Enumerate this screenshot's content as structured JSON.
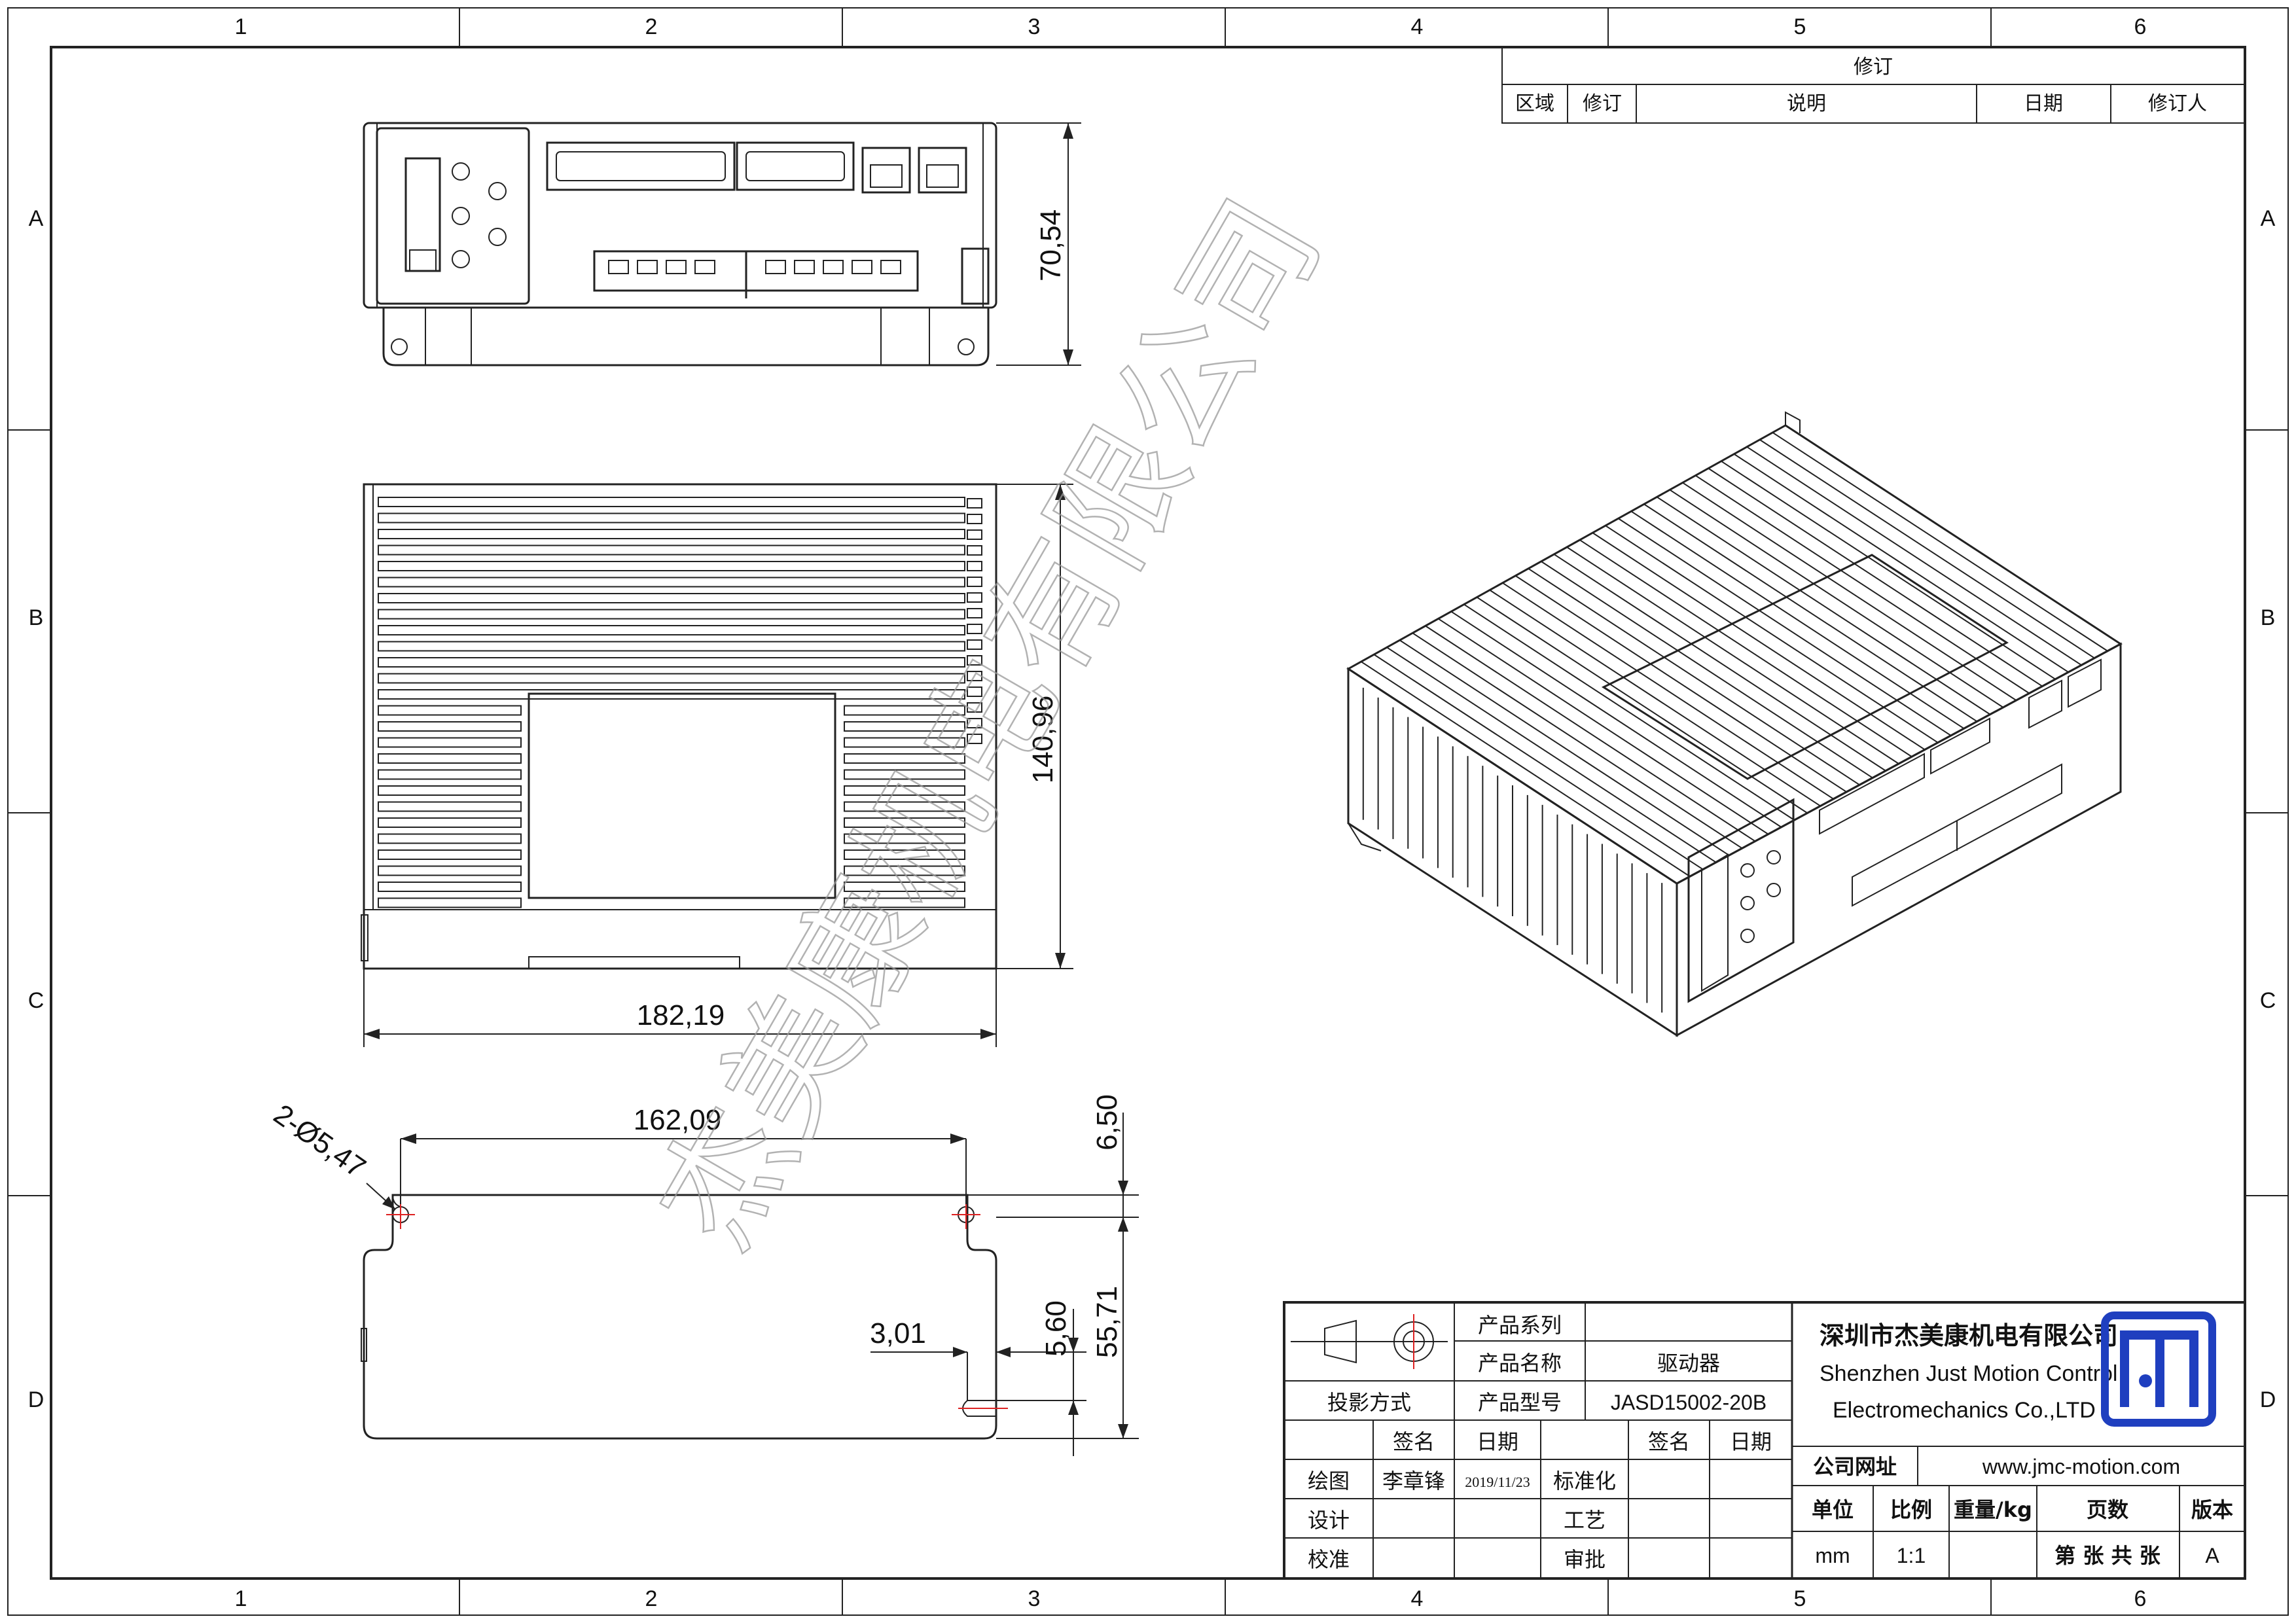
{
  "grid": {
    "columns": [
      "1",
      "2",
      "3",
      "4",
      "5",
      "6"
    ],
    "rows": [
      "A",
      "B",
      "C",
      "D"
    ]
  },
  "revision_table": {
    "title": "修订",
    "headers": [
      "区域",
      "修订",
      "说明",
      "日期",
      "修订人"
    ]
  },
  "dimensions": {
    "front_height": "70,54",
    "top_depth": "140,96",
    "top_width": "182,19",
    "holes": "2-Ø5,47",
    "hole_pitch": "162,09",
    "slot_offset": "6,50",
    "base_height": "55,71",
    "slot_width": "3,01",
    "slot_length": "5,60"
  },
  "watermark": "杰美康机电有限公司",
  "title_block": {
    "labels": {
      "product_series": "产品系列",
      "product_name": "产品名称",
      "product_model": "产品型号",
      "projection": "投影方式",
      "signature": "签名",
      "date": "日期",
      "drawn": "绘图",
      "design": "设计",
      "check": "校准",
      "standardize": "标准化",
      "process": "工艺",
      "approve": "审批",
      "company_url_label": "公司网址",
      "unit": "单位",
      "scale": "比例",
      "weight": "重量/kg",
      "pages": "页数",
      "version": "版本"
    },
    "values": {
      "product_name": "驱动器",
      "product_model": "JASD15002-20B",
      "drawn_by": "李章锋",
      "drawn_date": "2019/11/23",
      "unit": "mm",
      "scale": "1:1",
      "pages": "第 张 共 张",
      "version": "A"
    },
    "company": {
      "name_cn": "深圳市杰美康机电有限公司",
      "name_en_1": "Shenzhen Just Motion Control",
      "name_en_2": "Electromechanics Co.,LTD",
      "url": "www.jmc-motion.com"
    }
  },
  "colors": {
    "line": "#222222",
    "logo_blue": "#1f3fbf",
    "hole_red": "#dd2222",
    "watermark": "#999999"
  }
}
